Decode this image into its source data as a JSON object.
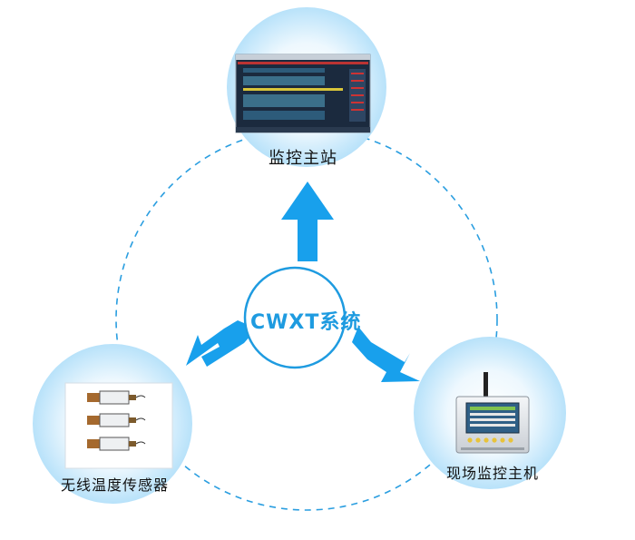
{
  "center": {
    "label": "CWXT系统"
  },
  "nodes": {
    "top": {
      "label": "监控主站",
      "image": "monitoring-software-screenshot"
    },
    "left": {
      "label": "无线温度传感器",
      "image": "wireless-temperature-sensors"
    },
    "right": {
      "label": "现场监控主机",
      "image": "field-monitoring-host-device"
    }
  },
  "colors": {
    "accent": "#1e9be0",
    "arrow": "#18a0ec",
    "node_glow": "#bfe6fb",
    "dashed_ring": "#2a9ee0"
  }
}
